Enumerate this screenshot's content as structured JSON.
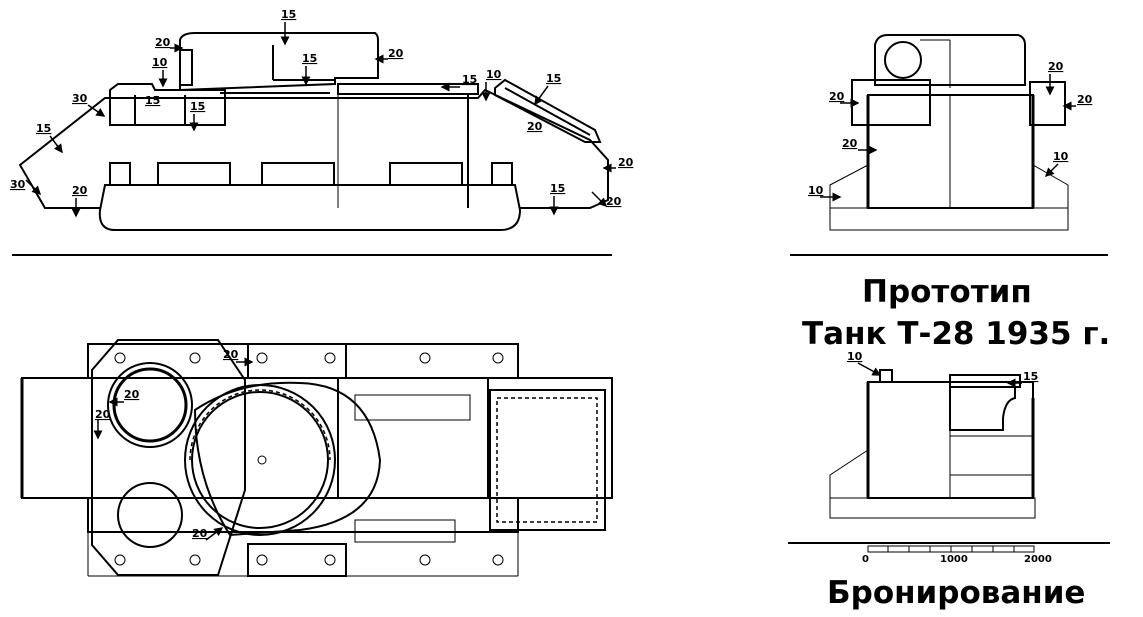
{
  "title": {
    "line1": "Прототип",
    "line2": "Танк Т-28 1935 г.",
    "footer": "Бронирование"
  },
  "scale": {
    "ticks": [
      "0",
      "1000",
      "2000"
    ]
  },
  "side_view": {
    "labels": [
      "15",
      "20",
      "20",
      "10",
      "15",
      "15",
      "15",
      "10",
      "15",
      "30",
      "15",
      "20",
      "15",
      "20",
      "30",
      "20",
      "15",
      "20"
    ]
  },
  "front_view": {
    "labels": [
      "20",
      "20",
      "20",
      "20",
      "10",
      "10"
    ]
  },
  "top_view": {
    "labels": [
      "20",
      "20",
      "20",
      "20"
    ]
  },
  "rear_view": {
    "labels": [
      "10",
      "15"
    ]
  }
}
